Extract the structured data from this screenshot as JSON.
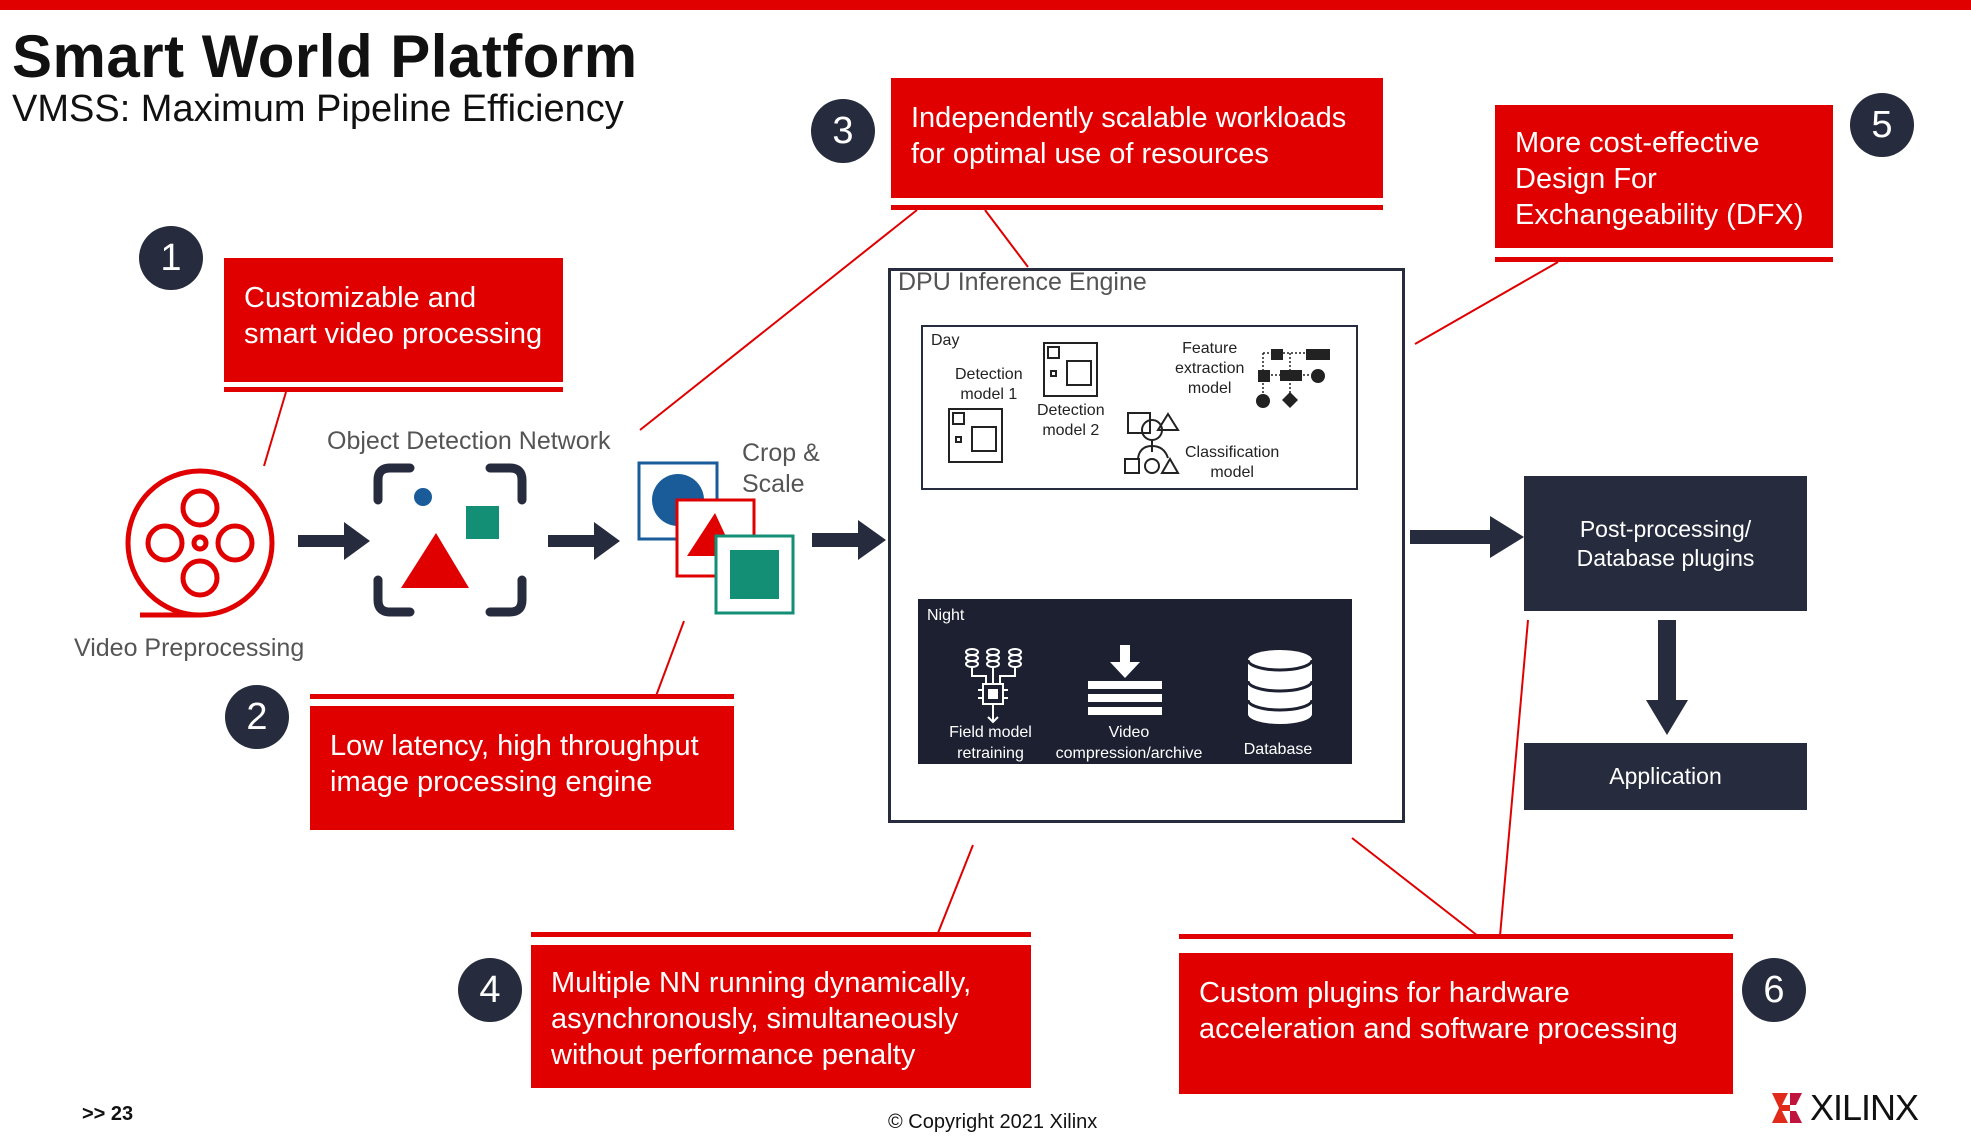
{
  "slide": {
    "title": "Smart World Platform",
    "subtitle": "VMSS: Maximum Pipeline Efficiency",
    "page_number": ">> 23",
    "copyright": "© Copyright 2021 Xilinx",
    "logo_text": "XILINX"
  },
  "colors": {
    "accent_red": "#e00000",
    "dark_navy": "#262b3d",
    "blue": "#1a5c99",
    "teal": "#138f76"
  },
  "pipeline": {
    "video_preprocessing": "Video Preprocessing",
    "object_detection": "Object Detection Network",
    "crop_scale_line1": "Crop &",
    "crop_scale_line2": "Scale",
    "post_processing_line1": "Post-processing/",
    "post_processing_line2": "Database plugins",
    "application": "Application"
  },
  "dpu": {
    "title": "DPU Inference Engine",
    "day": {
      "label": "Day",
      "detection1_l1": "Detection",
      "detection1_l2": "model 1",
      "detection2_l1": "Detection",
      "detection2_l2": "model 2",
      "feature_l1": "Feature",
      "feature_l2": "extraction",
      "feature_l3": "model",
      "classification_l1": "Classification",
      "classification_l2": "model"
    },
    "night": {
      "label": "Night",
      "field_l1": "Field model",
      "field_l2": "retraining",
      "video_l1": "Video",
      "video_l2": "compression/archive",
      "database": "Database"
    }
  },
  "callouts": [
    {
      "number": "1",
      "line1": "Customizable and",
      "line2": "smart video processing"
    },
    {
      "number": "2",
      "line1": "Low latency, high throughput",
      "line2": "image processing engine"
    },
    {
      "number": "3",
      "line1": "Independently scalable workloads",
      "line2": "for optimal use of resources"
    },
    {
      "number": "4",
      "line1": "Multiple NN running dynamically,",
      "line2": "asynchronously, simultaneously",
      "line3": "without performance penalty"
    },
    {
      "number": "5",
      "line1": "More cost-effective",
      "line2": "Design For",
      "line3": "Exchangeability (DFX)"
    },
    {
      "number": "6",
      "line1": "Custom plugins for hardware",
      "line2": "acceleration and software processing"
    }
  ]
}
